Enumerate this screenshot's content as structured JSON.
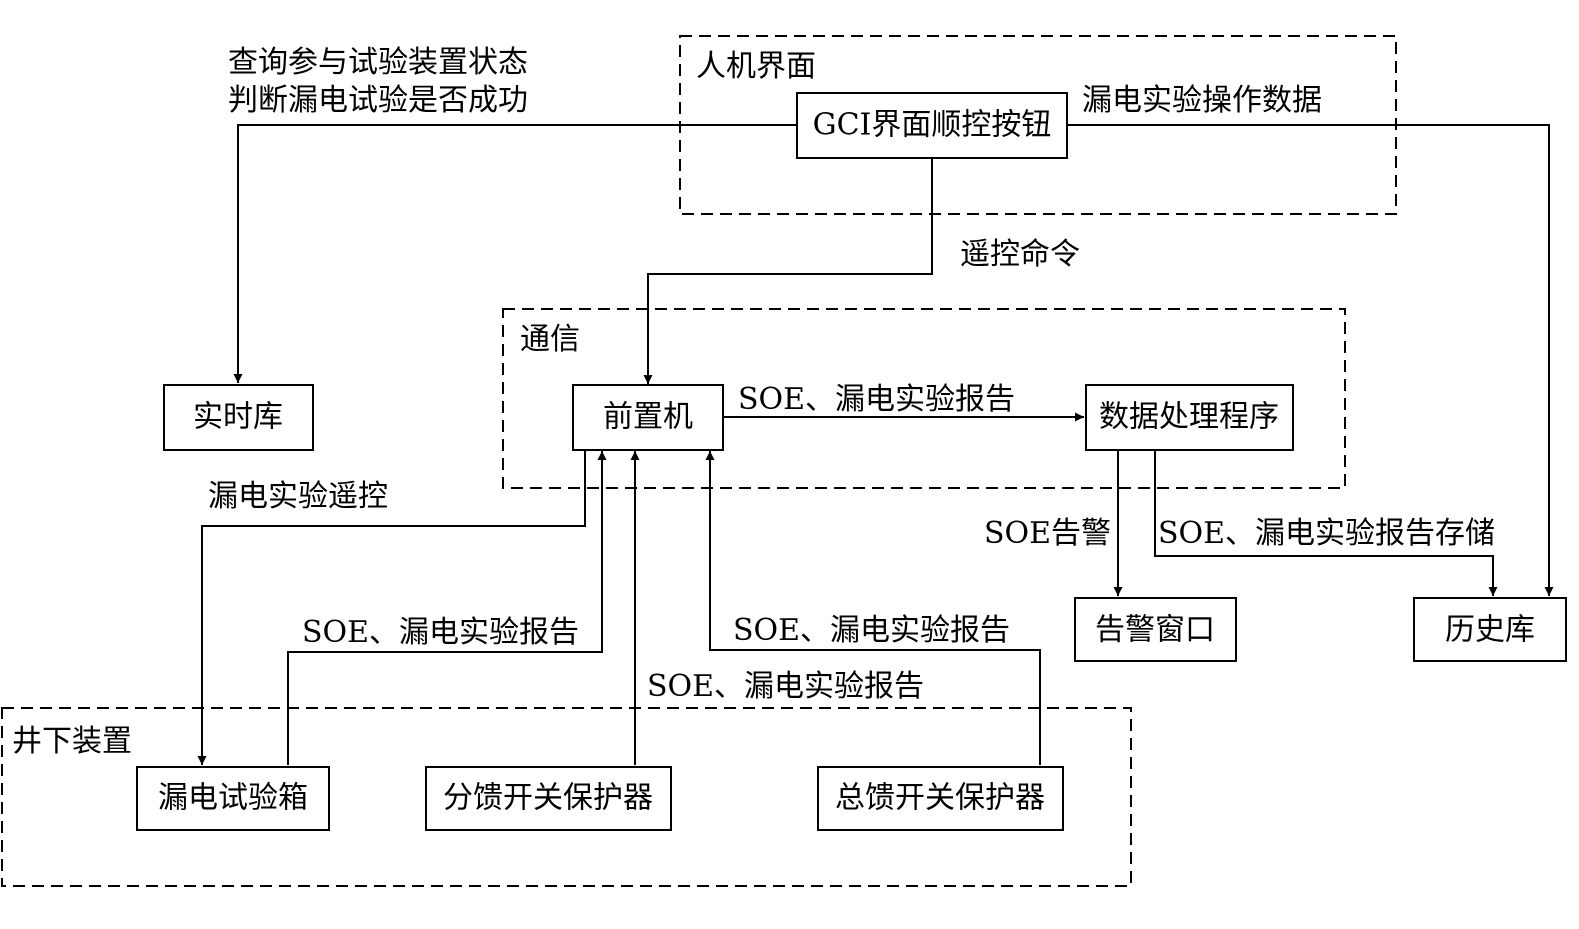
{
  "groups": {
    "hmi": "人机界面",
    "comm": "通信",
    "underground": "井下装置"
  },
  "nodes": {
    "gci_button": "GCI界面顺控按钮",
    "realtime_db": "实时库",
    "front_end": "前置机",
    "data_processing": "数据处理程序",
    "alarm_window": "告警窗口",
    "history_db": "历史库",
    "leak_test_box": "漏电试验箱",
    "branch_protector": "分馈开关保护器",
    "main_protector": "总馈开关保护器"
  },
  "edges": {
    "query_line1": "查询参与试验装置状态",
    "query_line2": "判断漏电试验是否成功",
    "leak_op_data": "漏电实验操作数据",
    "remote_cmd": "遥控命令",
    "soe_report_fe": "SOE、漏电实验报告",
    "leak_remote": "漏电实验遥控",
    "soe_alarm": "SOE告警",
    "soe_report_store": "SOE、漏电实验报告存储",
    "soe_report_box": "SOE、漏电实验报告",
    "soe_report_main": "SOE、漏电实验报告",
    "soe_report_branch": "SOE、漏电实验报告"
  }
}
